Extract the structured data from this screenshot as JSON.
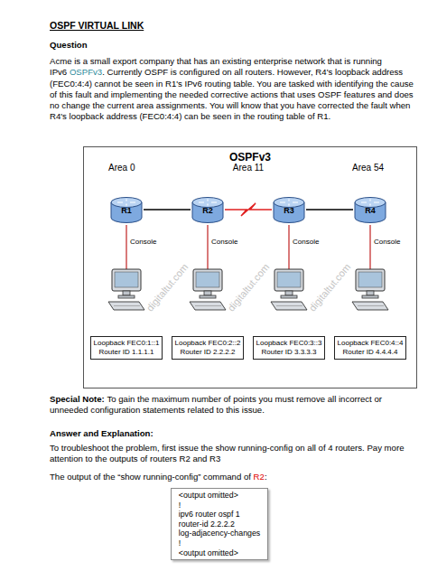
{
  "diagram": {
    "title": "OSPF VIRTUAL LINK",
    "nodes": [
      {
        "text": [
          "OSPFv3"
        ]
      },
      {
        "text": [
          "Area 0"
        ],
        "in": 0
      },
      {
        "text": [
          "Area 11"
        ],
        "in": 0
      },
      {
        "text": [
          "Area 54"
        ],
        "in": 0
      },
      {
        "text": [
          "R1"
        ],
        "in": 1
      },
      {
        "text": [
          "R2"
        ],
        "in": 0
      },
      {
        "text": [
          "R3"
        ],
        "in": 0
      },
      {
        "text": [
          "R4"
        ],
        "in": 3
      },
      {
        "text": [
          "Loopback FEC0:1::1",
          "Router ID 1.1.1.1"
        ],
        "in": 0
      },
      {
        "text": [
          "Loopback FEC0:2::2",
          "Router ID 2.2.2.2"
        ],
        "in": 0
      },
      {
        "text": [
          "Loopback FEC0:3::3",
          "Router ID 3.3.3.3"
        ],
        "in": 0
      },
      {
        "text": [
          "Loopback FEC0:4::4",
          "Router ID 4.4.4.4"
        ],
        "in": 0
      },
      {
        "text": [
          "<output omitted>",
          "!",
          "ipv6 router ospf 1",
          "router-id 2.2.2.2",
          "log-adjacency-changes",
          "!",
          "<output omitted>"
        ]
      }
    ],
    "edges": [
      {
        "from": 4,
        "to": 5,
        "arrow": "none"
      },
      {
        "from": 5,
        "to": 6,
        "arrow": "none"
      },
      {
        "from": 6,
        "to": 7,
        "arrow": "none"
      }
    ],
    "labels": [
      "Question",
      "Acme is a small export company that has an existing enterprise network that is running IPv6",
      "OSPFv3",
      ". Currently OSPF is configured on all routers. However, R4's loopback address (FEC0:4:4) cannot be seen in R1's IPv6 routing table. You are tasked with identifying the cause of this fault and implementing the needed corrective actions that uses OSPF features and does no change the current area assignments. You will know that you have corrected the fault when R4's loopback address (FEC0:4:4) can be seen in the routing table of R1.",
      "Console",
      "Console",
      "Console",
      "Console",
      "digitaltut.com",
      "digitaltut.com",
      "digitaltut.com",
      "Special Note:",
      "To gain the maximum number of points you must remove all incorrect or unneeded configuration statements related to this issue.",
      "Answer and Explanation:",
      "To troubleshoot the problem, first issue the show running-config on all of 4 routers. Pay more attention to the outputs of routers R2 and R3",
      "The output of the “show running-config” command of",
      "R2",
      ":"
    ]
  }
}
